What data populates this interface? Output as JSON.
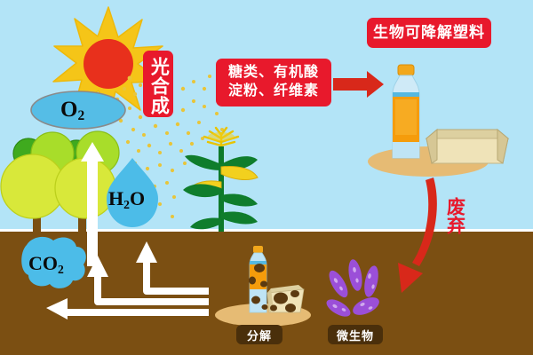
{
  "diagram": {
    "title_concept": "biodegradable-plastic-carbon-cycle",
    "background_sky_color": "#b3e4f7",
    "soil_color": "#7b4f12",
    "accent_red": "#e8192c",
    "accent_white": "#ffffff"
  },
  "labels": {
    "photosynthesis": "光合成",
    "sugars_line1": "糖类、有机酸",
    "sugars_line2": "淀粉、纤维素",
    "bioplastic": "生物可降解塑料",
    "discard": "废弃",
    "decompose": "分解",
    "microorganism": "微生物"
  },
  "molecules": {
    "oxygen": "O",
    "oxygen_sub": "2",
    "water": "H",
    "water_sub": "2",
    "water_tail": "O",
    "carbon_dioxide": "CO",
    "carbon_dioxide_sub": "2"
  },
  "icons": {
    "sun": "sun-icon",
    "tree": "tree-icon",
    "corn_plant": "corn-plant-icon",
    "bottle": "plastic-bottle-icon",
    "box": "foam-box-icon",
    "bottle_decaying": "decaying-bottle-icon",
    "box_decaying": "decaying-box-icon",
    "bacteria": "bacteria-icon",
    "water_drop": "water-drop-icon",
    "co2_cloud": "co2-cloud-icon",
    "o2_ellipse": "o2-ellipse-icon",
    "sunlight_dots": "sunlight-dots-icon",
    "arrow_red_right": "red-right-arrow-icon",
    "arrow_red_curved": "red-curved-down-arrow-icon",
    "arrow_white_up": "white-up-arrow-icon",
    "arrow_white_return": "white-return-arrow-icon"
  },
  "colors": {
    "sun_ray": "#f5c518",
    "sun_core": "#e8301c",
    "tree_leaf_light": "#d8e83a",
    "tree_leaf_mid": "#a8dd2a",
    "tree_leaf_dark": "#3faa1e",
    "trunk": "#7b4f12",
    "water_blue": "#4cbce8",
    "o2_blue": "#55bde6",
    "corn_stem": "#0d7a2a",
    "corn_leaf": "#0f7d2c",
    "corn_kernel": "#f2d01e",
    "bottle_cap": "#f2a71b",
    "bottle_label": "#f59c0b",
    "bottle_body": "#a8dcf0",
    "box_face": "#efe3b8",
    "box_top": "#ddd0a0",
    "sand": "#e6bb74",
    "bacteria": "#9b4fd8",
    "decay_spot": "#5b3a10",
    "ground_label_bg": "#4a2f0b"
  }
}
